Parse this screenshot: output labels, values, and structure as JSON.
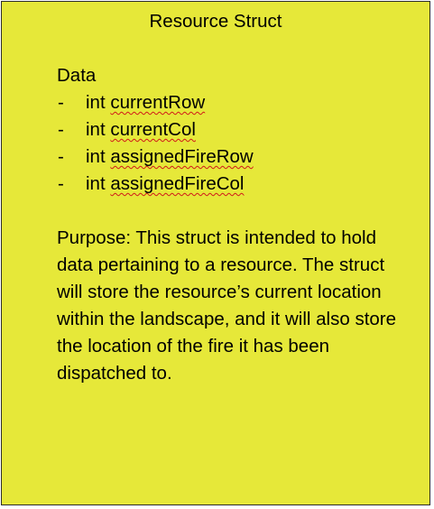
{
  "colors": {
    "box_fill": "#e6e839",
    "border": "#2c2c2c",
    "text": "#000000",
    "spellcheck_underline": "#d11a1a"
  },
  "title": "Resource Struct",
  "data_section": {
    "heading": "Data",
    "fields": [
      {
        "bullet": "-",
        "type": "int",
        "name": "currentRow"
      },
      {
        "bullet": "-",
        "type": "int",
        "name": "currentCol"
      },
      {
        "bullet": "-",
        "type": "int",
        "name": "assignedFireRow"
      },
      {
        "bullet": "-",
        "type": "int",
        "name": "assignedFireCol"
      }
    ]
  },
  "purpose": "Purpose: This struct is intended to hold data pertaining to a resource. The struct will store the resource’s current location within the landscape, and it will also store the location of the fire it has been dispatched to."
}
